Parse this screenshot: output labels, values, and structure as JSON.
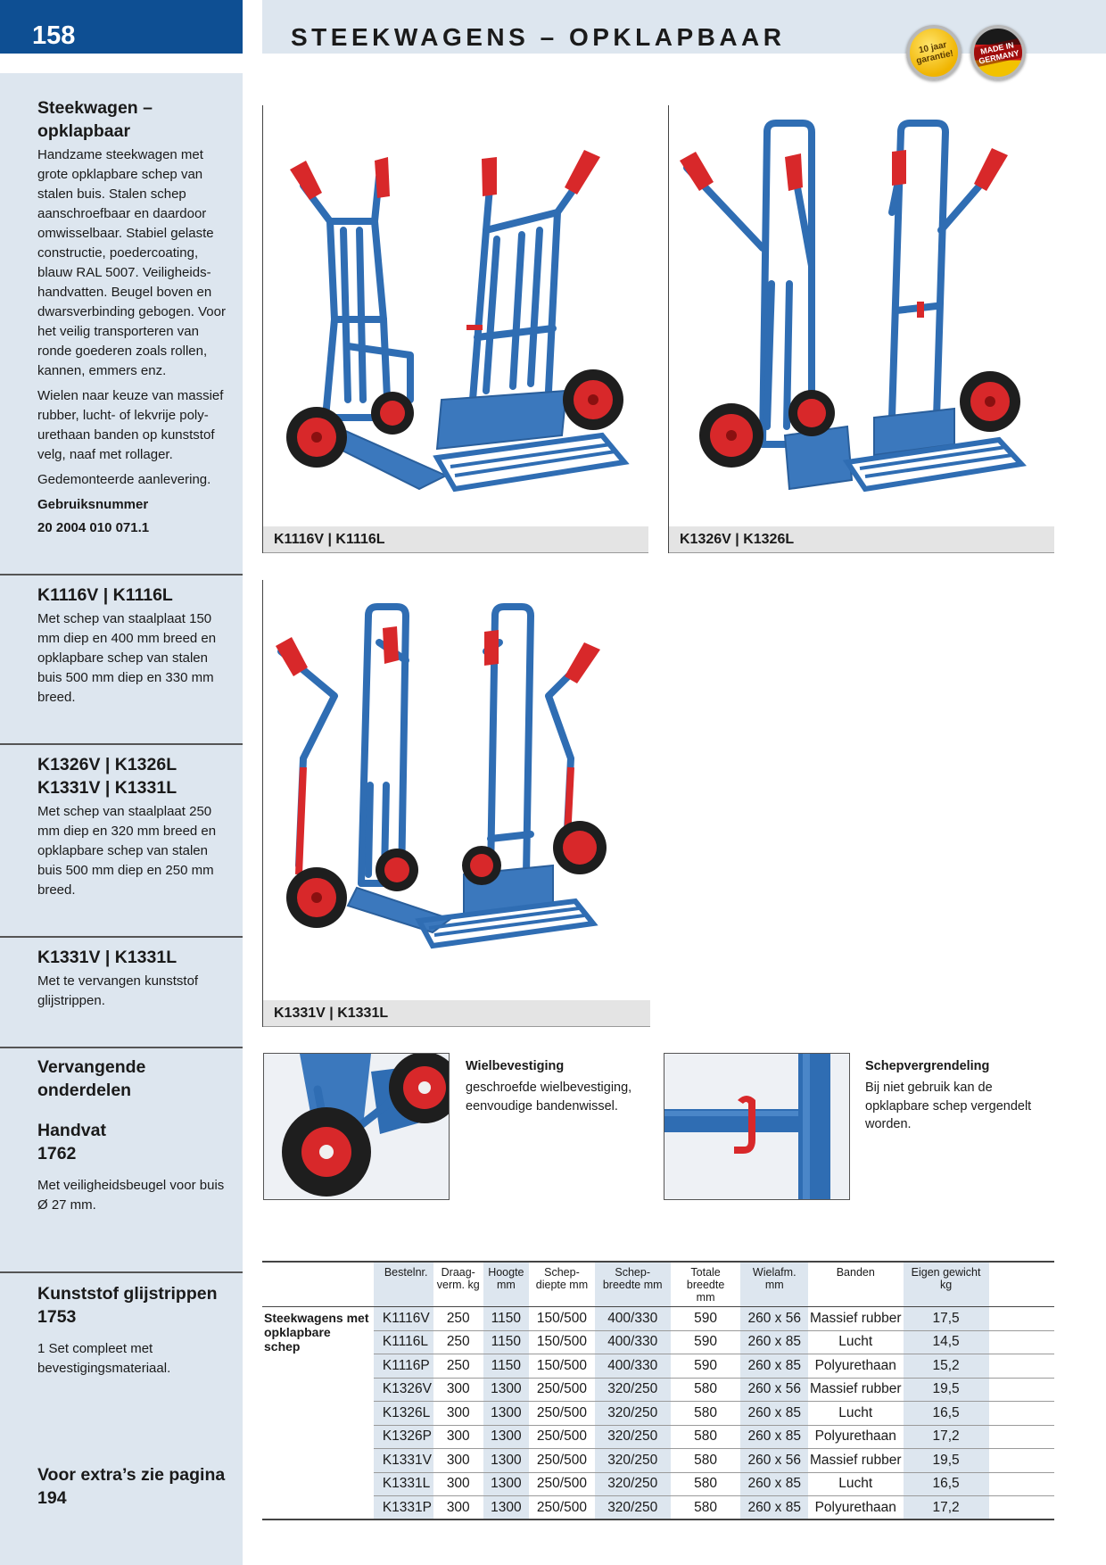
{
  "header": {
    "page_number": "158",
    "title": "STEEKWAGENS – OPKLAPBAAR",
    "badge_guarantee": "10 jaar garantie!",
    "badge_made": "MADE IN GERMANY"
  },
  "sidebar": {
    "intro": {
      "title": "Steekwagen – opklapbaar",
      "p1": "Handzame steekwagen met grote opklapbare schep van stalen buis. Stalen schep aanschroefbaar en daardoor omwisselbaar. Stabiel gelaste constructie, poedercoating, blauw RAL 5007. Veiligheids-handvatten. Beugel boven en dwarsverbinding gebogen. Voor het veilig transporteren van ronde goederen zoals rollen, kannen, emmers enz.",
      "p2": "Wielen naar keuze van massief rubber, lucht- of lekvrije poly-urethaan banden op kunststof velg, naaf met rollager.",
      "p3": "Gedemonteerde aanlevering.",
      "usage_label": "Gebruiksnummer",
      "usage_number": "20 2004 010 071.1"
    },
    "k1116": {
      "title": "K1116V | K1116L",
      "text": "Met schep van staalplaat 150 mm diep en 400 mm breed en opklapbare schep van stalen buis 500 mm diep en 330 mm breed."
    },
    "k1326": {
      "title_line1": "K1326V | K1326L",
      "title_line2": "K1331V | K1331L",
      "text": "Met schep van staalplaat 250 mm diep en 320 mm breed en opklapbare schep van stalen buis 500 mm diep en 250 mm breed."
    },
    "k1331": {
      "title": "K1331V | K1331L",
      "text": "Met te vervangen kunststof glijstrippen."
    },
    "parts": {
      "title": "Vervangende onderdelen",
      "handle_title_line1": "Handvat",
      "handle_title_line2": "1762",
      "handle_text": "Met veiligheidsbeugel voor buis Ø 27 mm."
    },
    "strips": {
      "title_line1": "Kunststof glijstrippen",
      "title_line2": "1753",
      "text": "1 Set compleet met bevestigingsmateriaal."
    },
    "extras": {
      "text": "Voor extra’s zie pagina 194"
    }
  },
  "photos": {
    "caption_1": "K1116V | K1116L",
    "caption_2": "K1326V | K1326L",
    "caption_3": "K1331V | K1331L"
  },
  "details": {
    "wheel": {
      "title": "Wielbevestiging",
      "text": "geschroefde wielbevestiging, eenvoudige bandenwissel."
    },
    "lock": {
      "title": "Schepvergrendeling",
      "text": "Bij niet gebruik kan de opklapbare schep vergendelt worden."
    }
  },
  "table": {
    "group_label": "Steekwagens met opklapbare schep",
    "headers": {
      "code": "Bestelnr.",
      "load_1": "Draag-",
      "load_2": "verm. kg",
      "height_1": "Hoogte",
      "height_2": "mm",
      "depth_1": "Schep-",
      "depth_2": "diepte mm",
      "width_1": "Schep-",
      "width_2": "breedte mm",
      "total_1": "Totale breedte",
      "total_2": "mm",
      "wheel_1": "Wielafm.",
      "wheel_2": "mm",
      "tyre": "Banden",
      "weight_1": "Eigen gewicht",
      "weight_2": "kg"
    },
    "rows": [
      [
        "K1116V",
        "250",
        "1150",
        "150/500",
        "400/330",
        "590",
        "260 x 56",
        "Massief rubber",
        "17,5"
      ],
      [
        "K1116L",
        "250",
        "1150",
        "150/500",
        "400/330",
        "590",
        "260 x 85",
        "Lucht",
        "14,5"
      ],
      [
        "K1116P",
        "250",
        "1150",
        "150/500",
        "400/330",
        "590",
        "260 x 85",
        "Polyurethaan",
        "15,2"
      ],
      [
        "K1326V",
        "300",
        "1300",
        "250/500",
        "320/250",
        "580",
        "260 x 56",
        "Massief rubber",
        "19,5"
      ],
      [
        "K1326L",
        "300",
        "1300",
        "250/500",
        "320/250",
        "580",
        "260 x 85",
        "Lucht",
        "16,5"
      ],
      [
        "K1326P",
        "300",
        "1300",
        "250/500",
        "320/250",
        "580",
        "260 x 85",
        "Polyurethaan",
        "17,2"
      ],
      [
        "K1331V",
        "300",
        "1300",
        "250/500",
        "320/250",
        "580",
        "260 x 56",
        "Massief rubber",
        "19,5"
      ],
      [
        "K1331L",
        "300",
        "1300",
        "250/500",
        "320/250",
        "580",
        "260 x 85",
        "Lucht",
        "16,5"
      ],
      [
        "K1331P",
        "300",
        "1300",
        "250/500",
        "320/250",
        "580",
        "260 x 85",
        "Polyurethaan",
        "17,2"
      ]
    ]
  },
  "colors": {
    "brand_blue": "#0e4f93",
    "panel_grey_blue": "#dde6ef",
    "product_blue": "#2f6db3",
    "handle_red": "#d8282a"
  }
}
